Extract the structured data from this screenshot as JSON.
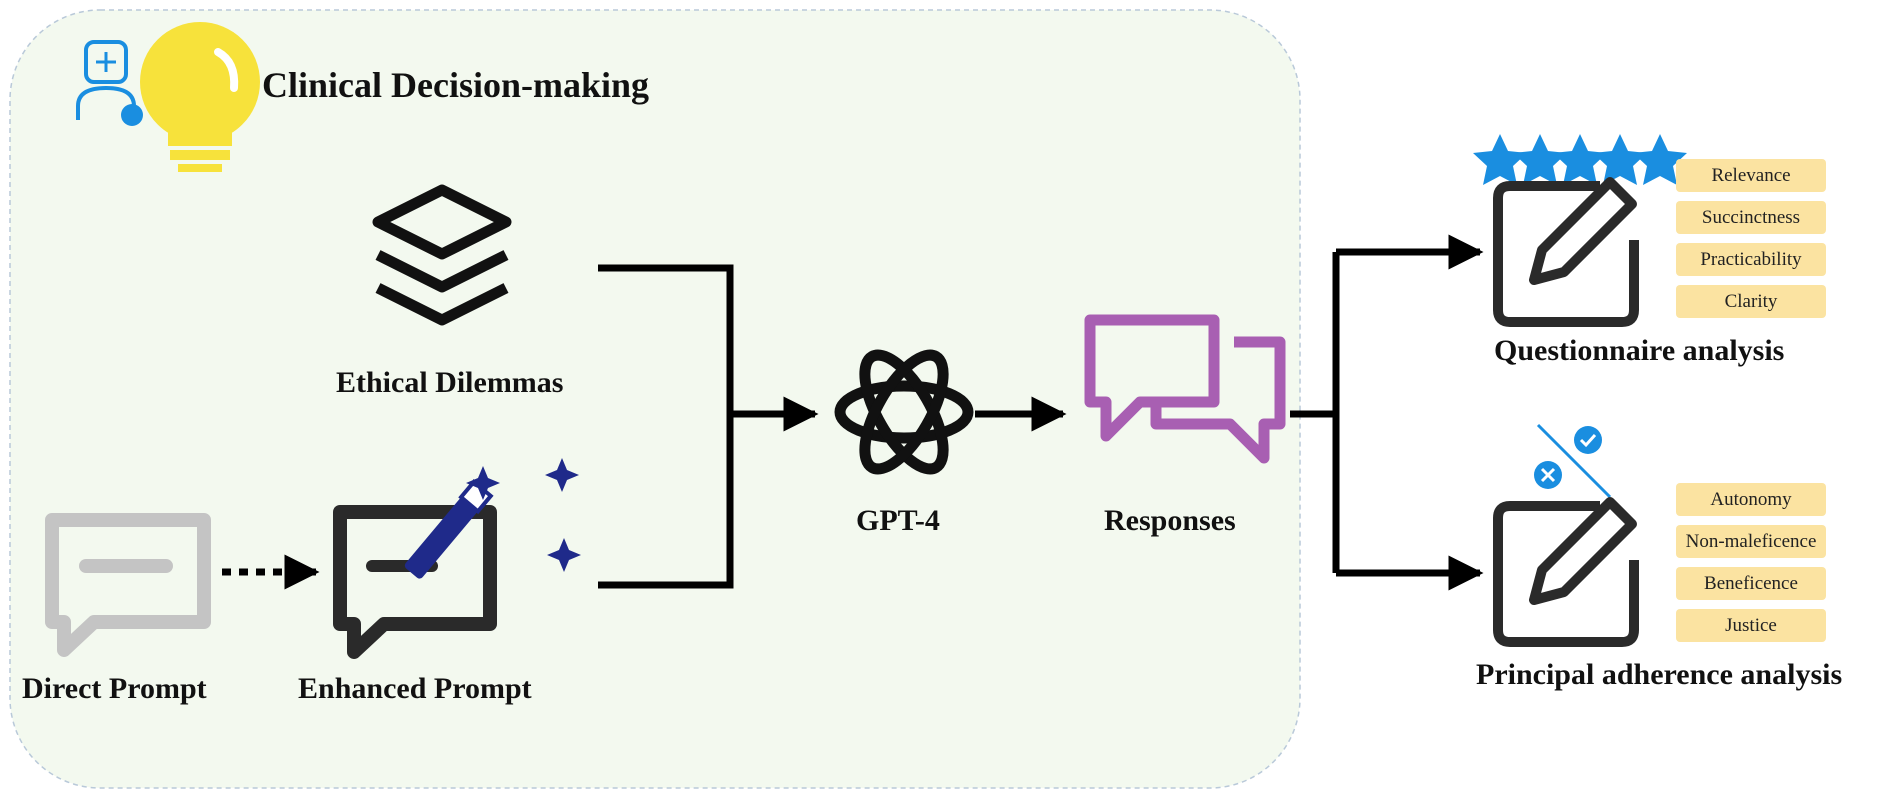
{
  "panel": {
    "title": "Clinical Decision-making",
    "fill_color": "#f3f9ef",
    "border_color": "#b9c9d9"
  },
  "inputs": {
    "ethical": {
      "label": "Ethical Dilemmas",
      "icon": "layers-stack-icon"
    },
    "direct": {
      "label": "Direct Prompt",
      "icon": "chat-bubble-gray-icon"
    },
    "enhanced": {
      "label": "Enhanced Prompt",
      "icon": "magic-wand-chat-icon"
    }
  },
  "model": {
    "label": "GPT-4",
    "icon": "openai-logo-icon"
  },
  "responses": {
    "label": "Responses",
    "icon": "speech-bubbles-icon",
    "color": "#a85fb2"
  },
  "questionnaire": {
    "label": "Questionnaire analysis",
    "rating_stars": 5,
    "star_color": "#1a8ee0",
    "criteria": [
      "Relevance",
      "Succinctness",
      "Practicability",
      "Clarity"
    ]
  },
  "principles": {
    "label": "Principal adherence analysis",
    "criteria": [
      "Autonomy",
      "Non-maleficence",
      "Beneficence",
      "Justice"
    ]
  },
  "colors": {
    "criteria_fill": "#fbe3a1",
    "accent_blue": "#1a8ee0",
    "wand_navy": "#1f2a8a",
    "bulb_yellow": "#f7e23b",
    "gray_icon": "#c4c4c4"
  }
}
